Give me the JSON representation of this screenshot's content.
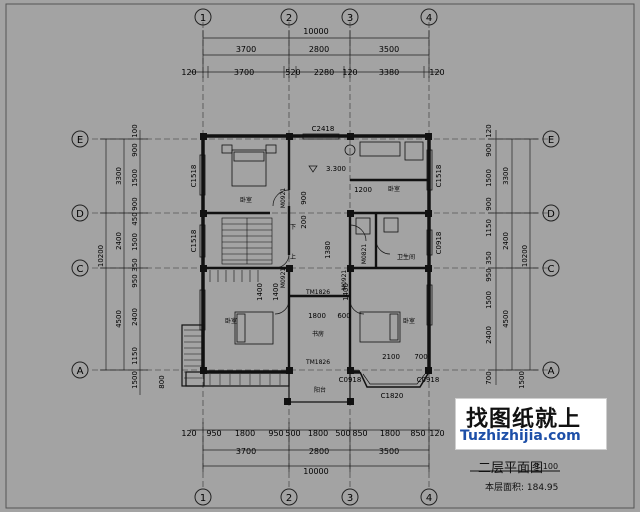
{
  "axes_top": [
    "1",
    "2",
    "3",
    "4"
  ],
  "axes_bottom": [
    "1",
    "2",
    "3",
    "4"
  ],
  "axes_left": [
    "E",
    "D",
    "C",
    "A"
  ],
  "axes_right": [
    "E",
    "D",
    "C",
    "A"
  ],
  "dims_top": {
    "overall": "10000",
    "row1": [
      "3700",
      "2800",
      "3500"
    ],
    "row2": [
      "120",
      "3700",
      "520",
      "2280",
      "120",
      "3380",
      "120"
    ]
  },
  "dims_bottom": {
    "row1": [
      "120",
      "950",
      "1800",
      "950",
      "500",
      "1800",
      "500",
      "850",
      "1800",
      "850",
      "120"
    ],
    "row2": [
      "3700",
      "2800",
      "3500"
    ],
    "overall": "10000"
  },
  "dims_left": {
    "overall": "10200",
    "row_major": [
      "3300",
      "2400",
      "4500"
    ],
    "row_minor": [
      "100",
      "900",
      "1500",
      "900",
      "450",
      "1500",
      "350",
      "950",
      "2400",
      "1150",
      "1500",
      "800"
    ]
  },
  "dims_right": {
    "overall": "10200",
    "row_major": [
      "3300",
      "2400",
      "4500"
    ],
    "row_minor": [
      "120",
      "900",
      "1500",
      "900",
      "1150",
      "350",
      "950",
      "1500",
      "2400",
      "700",
      "1500"
    ]
  },
  "window_labels": {
    "top": "C2418",
    "left_upper": "C1518",
    "left_mid": "C1518",
    "right_upper": "C1518",
    "right_mid": "C0918",
    "bottom": "C1820",
    "bottom_left": "C0918",
    "bottom_right": "C0918"
  },
  "door_labels": {
    "m0921_upper": "M0921",
    "m0921_lower": "M0921",
    "m0821": "M0821",
    "m0921_bath": "M0921",
    "tm1826_top": "TM1826",
    "tm1826_bottom": "TM1826"
  },
  "interior_dims": [
    "1200",
    "900",
    "200",
    "1380",
    "1800",
    "600",
    "2100",
    "700",
    "3.300",
    "1400",
    "1400",
    "1400"
  ],
  "rooms": {
    "bedroom_nw": "卧室",
    "bedroom_ne": "卧室",
    "bedroom_sw": "卧室",
    "bedroom_se": "卧室",
    "bathroom": "卫生间",
    "study": "书房",
    "balcony": "阳台",
    "stair_down": "下",
    "stair_up": "上"
  },
  "watermark": {
    "cn": "找图纸就上",
    "en": "Tuzhizhijia.com"
  },
  "title": "二层平面图",
  "scale": "1:100",
  "area": "本层面积: 184.95"
}
